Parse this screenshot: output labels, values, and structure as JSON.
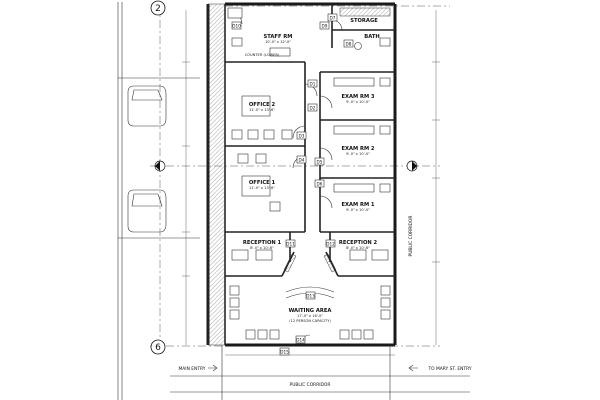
{
  "grid": {
    "top": "2",
    "bottom": "6"
  },
  "rooms": {
    "staff_rm": {
      "name": "STAFF RM",
      "size": "10'-0\" x 12'-0\""
    },
    "storage": {
      "name": "STORAGE"
    },
    "bath": {
      "name": "BATH"
    },
    "exam3": {
      "name": "EXAM RM 3",
      "size": "9'-0\" x 10'-0\""
    },
    "office2": {
      "name": "OFFICE 2",
      "size": "11'-0\" x 13'-6\""
    },
    "exam2": {
      "name": "EXAM RM 2",
      "size": "9'-0\" x 10'-0\""
    },
    "office1": {
      "name": "OFFICE 1",
      "size": "11'-0\" x 13'-6\""
    },
    "exam1": {
      "name": "EXAM RM 1",
      "size": "9'-0\" x 10'-0\""
    },
    "reception1": {
      "name": "RECEPTION 1",
      "size": "8'-0\" x 10'-6\""
    },
    "reception2": {
      "name": "RECEPTION 2",
      "size": "8'-0\" x 10'-6\""
    },
    "waiting": {
      "name": "WAITING AREA",
      "size": "17'-0\" x 16'-0\"",
      "note": "(12 PERSON CAPACITY)"
    }
  },
  "labels": {
    "counter": "COUNTER (LOWER)",
    "public_corridor_v": "PUBLIC CORRIDOR",
    "public_corridor_h": "PUBLIC CORRIDOR",
    "main_entry": "MAIN ENTRY",
    "mary_entry": "TO MARY ST. ENTRY"
  },
  "door_tags": [
    "D1",
    "D2",
    "D3",
    "D4",
    "D5",
    "D6",
    "D7",
    "D8",
    "D9",
    "D10",
    "D11",
    "D12",
    "D13",
    "D14",
    "D15"
  ]
}
